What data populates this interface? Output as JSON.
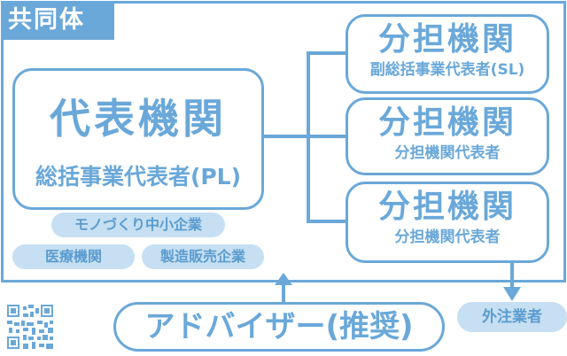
{
  "diagram": {
    "consortium_label": "共同体",
    "lead": {
      "title": "代表機関",
      "subtitle": "総括事業代表者(PL)",
      "tags": [
        "モノづくり中小企業",
        "医療機関",
        "製造販売企業"
      ]
    },
    "branches": [
      {
        "title": "分担機関",
        "subtitle": "副総括事業代表者(SL)"
      },
      {
        "title": "分担機関",
        "subtitle": "分担機関代表者"
      },
      {
        "title": "分担機関",
        "subtitle": "分担機関代表者"
      }
    ],
    "advisor": "アドバイザー(推奨)",
    "outsource": "外注業者"
  },
  "colors": {
    "accent": "#6aa8d9",
    "pill_bg": "#c6dff2"
  },
  "icons": [
    "qr-code-icon",
    "arrow-up-icon",
    "arrow-down-icon"
  ]
}
